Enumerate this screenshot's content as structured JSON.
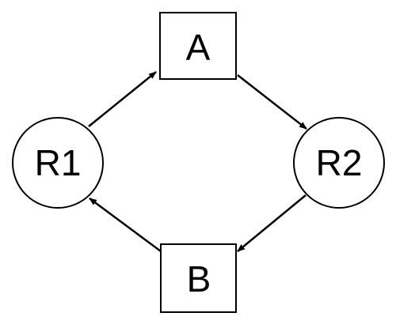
{
  "diagram": {
    "nodes": {
      "a": {
        "label": "A",
        "shape": "rectangle"
      },
      "b": {
        "label": "B",
        "shape": "rectangle"
      },
      "r1": {
        "label": "R1",
        "shape": "circle"
      },
      "r2": {
        "label": "R2",
        "shape": "circle"
      }
    },
    "edges": [
      {
        "from": "R1",
        "to": "A"
      },
      {
        "from": "A",
        "to": "R2"
      },
      {
        "from": "R2",
        "to": "B"
      },
      {
        "from": "B",
        "to": "R1"
      }
    ],
    "colors": {
      "stroke": "#000000",
      "fill": "#ffffff",
      "text": "#000000"
    }
  }
}
